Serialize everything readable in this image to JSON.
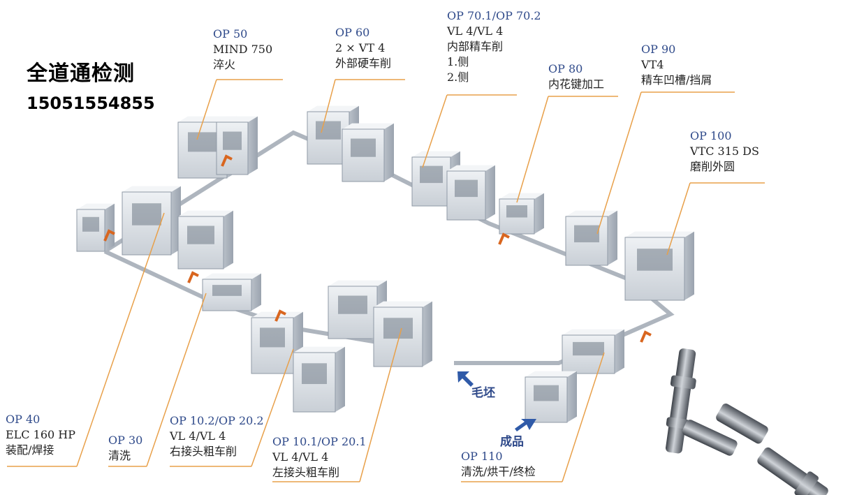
{
  "watermark": {
    "name": "全道通检测",
    "phone": "15051554855"
  },
  "stations": [
    {
      "id": "op50",
      "lines": [
        "OP 50",
        "MIND 750",
        "淬火"
      ]
    },
    {
      "id": "op60",
      "lines": [
        "OP 60",
        "2 × VT 4",
        "外部硬车削"
      ]
    },
    {
      "id": "op70",
      "lines": [
        "OP 70.1/OP 70.2",
        "VL 4/VL 4",
        "内部精车削",
        "1.侧",
        "2.侧"
      ]
    },
    {
      "id": "op80",
      "lines": [
        "OP 80",
        "内花键加工"
      ]
    },
    {
      "id": "op90",
      "lines": [
        "OP 90",
        "VT4",
        "精车凹槽/挡屑"
      ]
    },
    {
      "id": "op100",
      "lines": [
        "OP 100",
        "VTC 315 DS",
        "磨削外圆"
      ]
    },
    {
      "id": "op40",
      "lines": [
        "OP 40",
        "ELC 160 HP",
        "装配/焊接"
      ]
    },
    {
      "id": "op30",
      "lines": [
        "OP 30",
        "清洗"
      ]
    },
    {
      "id": "op10_2",
      "lines": [
        "OP 10.2/OP 20.2",
        "VL 4/VL 4",
        "右接头粗车削"
      ]
    },
    {
      "id": "op10_1",
      "lines": [
        "OP 10.1/OP 20.1",
        "VL 4/VL 4",
        "左接头粗车削"
      ]
    },
    {
      "id": "op110",
      "lines": [
        "OP 110",
        "清洗/烘干/终检"
      ]
    }
  ],
  "flow": {
    "in_label": "毛坯",
    "out_label": "成品"
  },
  "colors": {
    "op_code": "#2f4a8a",
    "leader": "#e8a04a",
    "machine": "#dfe3e8",
    "machine_dark": "#8f99a6",
    "arrow": "#2f5aa8"
  }
}
